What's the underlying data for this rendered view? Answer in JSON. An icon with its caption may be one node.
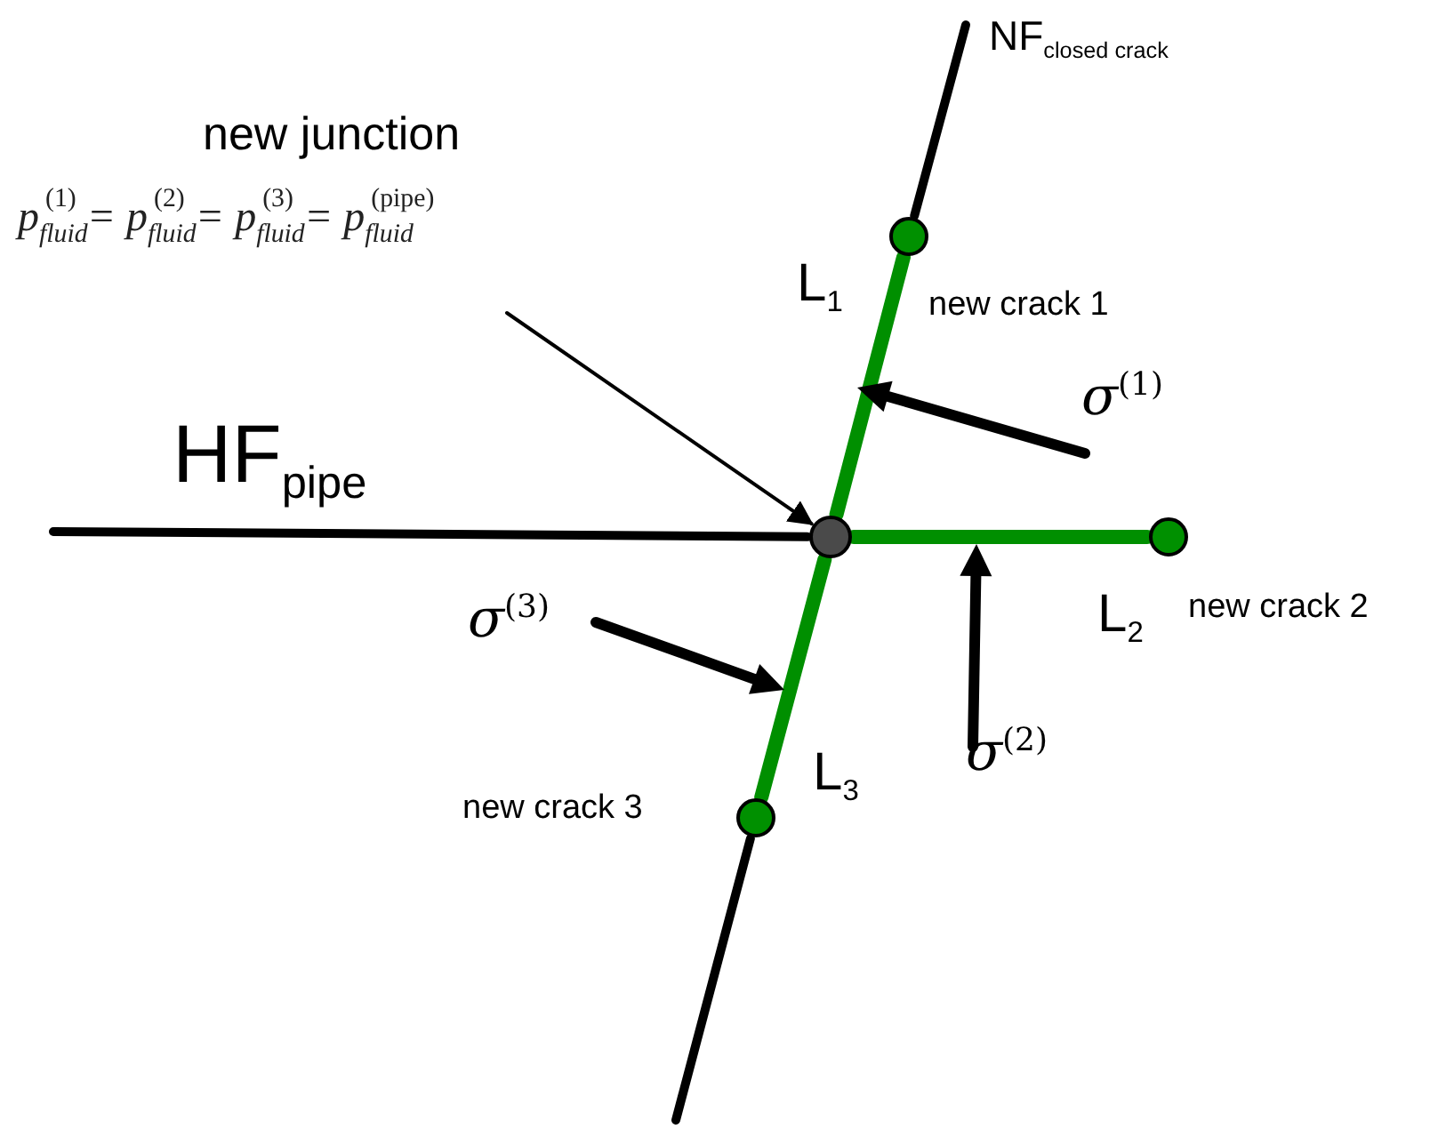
{
  "diagram": {
    "nodes": [
      {
        "text": [
          "p$_{fluid}$$^{(1)}$ = p$_{fluid}$$^{(2)}$ = p$_{fluid}$$^{(3)}$ = p$_{fluid}$$^{(pipe)}$"
        ]
      },
      {
        "text": [],
        "shape": "circle"
      },
      {
        "text": [],
        "shape": "circle"
      },
      {
        "text": [],
        "shape": "circle"
      },
      {
        "text": [],
        "shape": "circle"
      }
    ],
    "edges": [
      {
        "from": 0,
        "to": 1,
        "arrow": "to"
      },
      {
        "from": 1,
        "to": 2,
        "arrow": "none",
        "color": "#008f00"
      },
      {
        "from": 1,
        "to": 3,
        "arrow": "none",
        "color": "#008f00"
      },
      {
        "from": 1,
        "to": 4,
        "arrow": "none",
        "color": "#008f00"
      },
      {
        "from": null,
        "to": 1,
        "arrow": "none"
      },
      {
        "from": 2,
        "to": null,
        "arrow": "none"
      },
      {
        "from": 4,
        "to": null,
        "arrow": "none"
      }
    ],
    "labels": [
      "NF$_{closed crack}$",
      "new junction",
      "L$_{1}$",
      "new crack 1",
      "σ$^{(1)}$",
      "HF$_{pipe}$",
      "L$_{2}$",
      "new crack 2",
      "σ$^{(3)}$",
      "σ$^{(2)}$",
      "L$_{3}$",
      "new crack 3"
    ]
  }
}
